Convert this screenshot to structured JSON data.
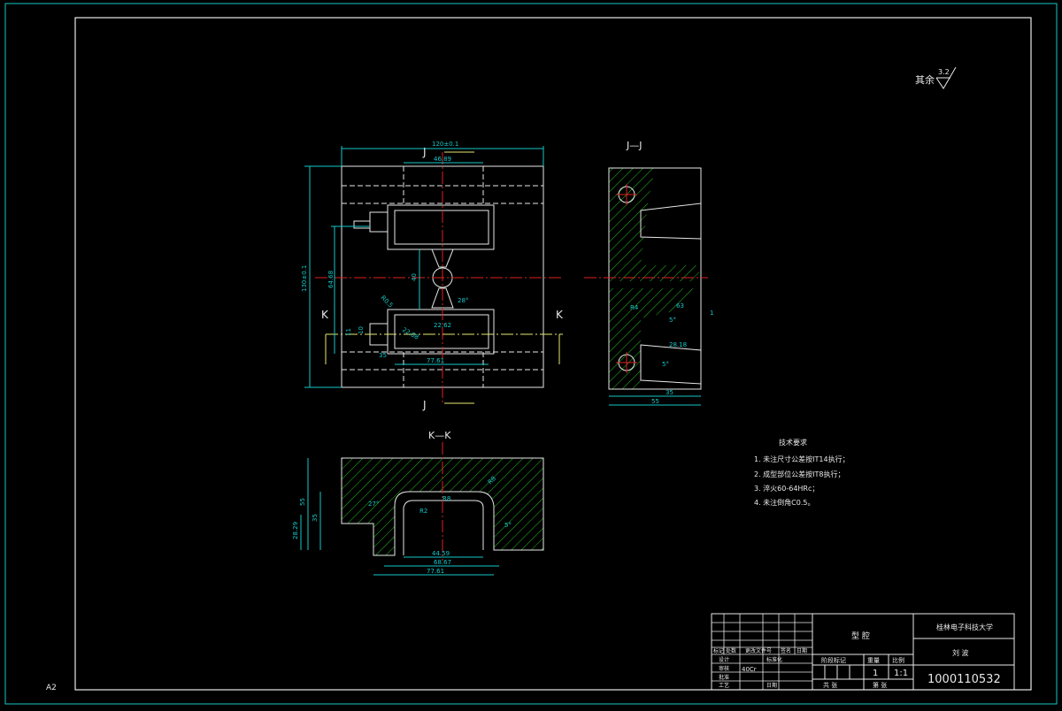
{
  "sheet": {
    "size_label": "A2"
  },
  "surface_note": {
    "prefix": "其余",
    "roughness": "3.2"
  },
  "views": {
    "front_section_marks": {
      "top": "J",
      "bottom": "J",
      "left": "K",
      "right": "K"
    },
    "side_title": "J—J",
    "bottom_title": "K—K"
  },
  "dims_front": {
    "overall_width": "120±0.1",
    "inner_top_width": "46.89",
    "overall_height": "130±0.1",
    "cavity_span": "64.68",
    "center_gap": "40",
    "small_h": "10",
    "bottom_len": "77.61",
    "angle": "28°",
    "r1": "R0.5",
    "d1": "22.62",
    "d2": "22.08",
    "d3": "11",
    "d4": "35"
  },
  "dims_side": {
    "total": "55",
    "inner": "35",
    "width2": "28.18",
    "angle1": "5°",
    "angle2": "5°",
    "r": "R4",
    "small1": "1",
    "small2": "63"
  },
  "dims_bottom": {
    "h1": "55",
    "h2": "35",
    "h3": "28.29",
    "w1": "44.59",
    "w2": "68.67",
    "w3": "77.61",
    "angle1": "27°",
    "angle2": "5°",
    "r1": "R2",
    "r2": "R8",
    "r3": "R8"
  },
  "tech_req": {
    "title": "技术要求",
    "items": [
      "1. 未注尺寸公差按IT14执行；",
      "2. 成型部位公差按IT8执行；",
      "3. 淬火60-64HRc；",
      "4. 未注倒角C0.5。"
    ]
  },
  "title_block": {
    "part_name": "型 腔",
    "school": "桂林电子科技大学",
    "material": "40Cr",
    "quantity": "1",
    "scale": "1:1",
    "drawing_no": "1000110532",
    "stage_label": "阶段标记",
    "weight_label": "重量",
    "scale_label": "比例",
    "sheets_label": "共  张",
    "sheet_label": "第  张",
    "rows": [
      "标记",
      "处数",
      "分区",
      "更改文件号",
      "签名",
      "日期"
    ],
    "left_labels": [
      "设计",
      "审核",
      "工艺",
      "标准化",
      "批准"
    ],
    "label_a": "标准化",
    "label_b": "日期",
    "approve": "批准",
    "extra": "刘 波"
  }
}
